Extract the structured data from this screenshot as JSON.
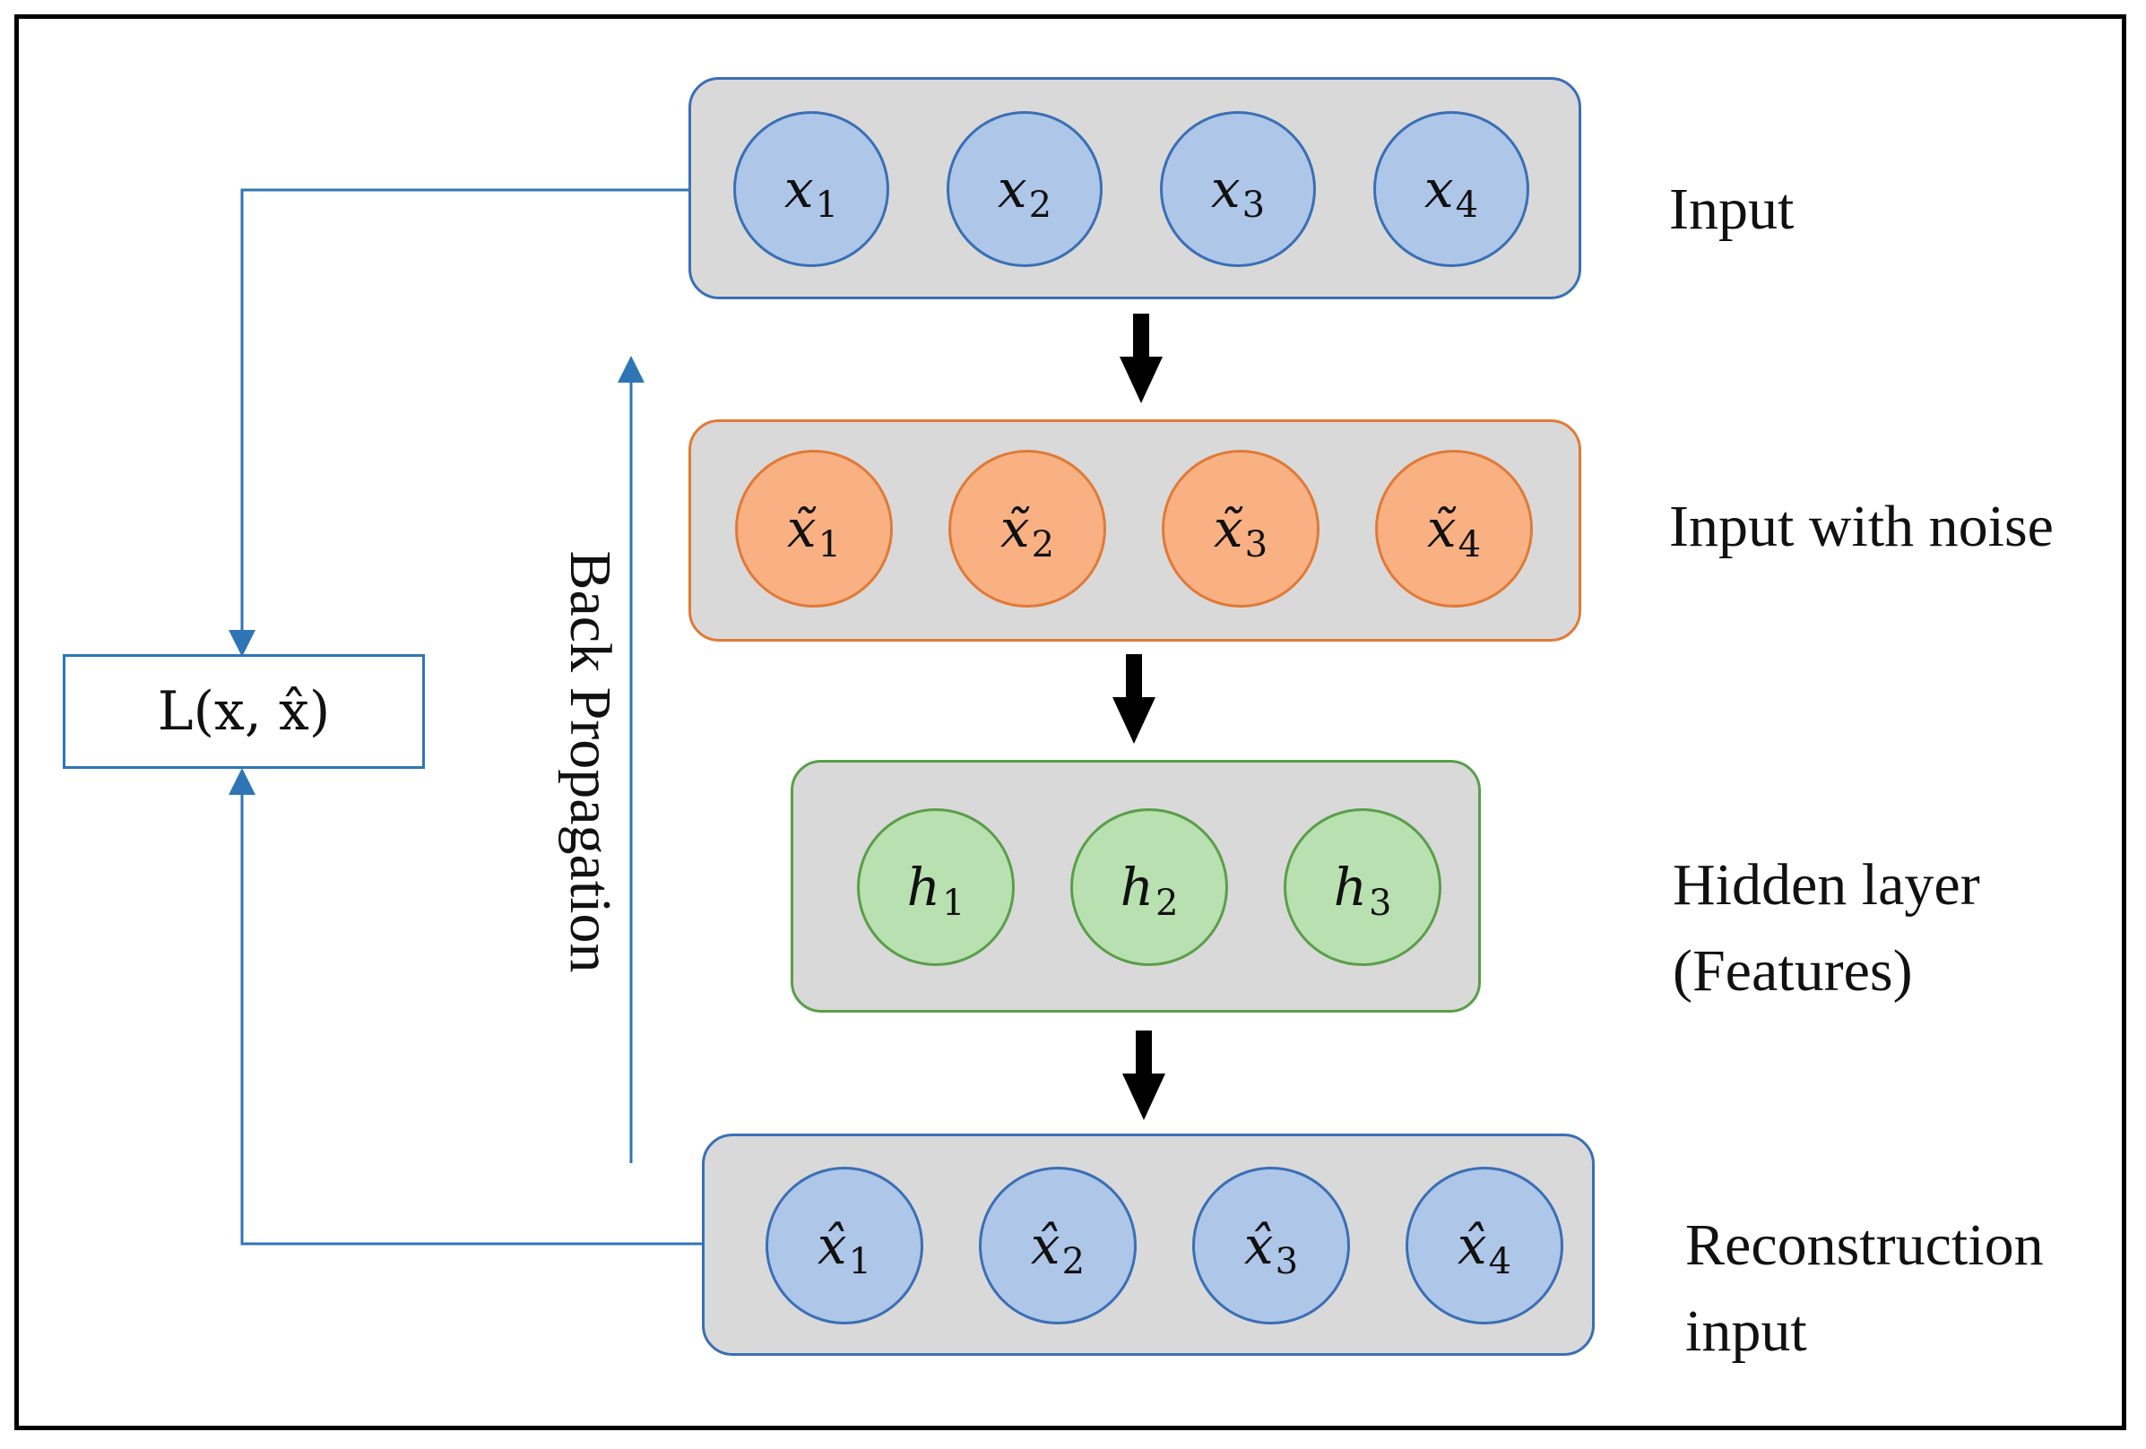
{
  "layers": [
    {
      "id": "input",
      "label_lines": [
        "Input"
      ],
      "color": "blue",
      "nodes": [
        {
          "sym": "x",
          "sub": "1"
        },
        {
          "sym": "x",
          "sub": "2"
        },
        {
          "sym": "x",
          "sub": "3"
        },
        {
          "sym": "x",
          "sub": "4"
        }
      ]
    },
    {
      "id": "noise",
      "label_lines": [
        "Input with noise"
      ],
      "color": "orange",
      "nodes": [
        {
          "sym": "x̃",
          "sub": "1"
        },
        {
          "sym": "x̃",
          "sub": "2"
        },
        {
          "sym": "x̃",
          "sub": "3"
        },
        {
          "sym": "x̃",
          "sub": "4"
        }
      ]
    },
    {
      "id": "hidden",
      "label_lines": [
        "Hidden layer",
        "(Features)"
      ],
      "color": "green",
      "nodes": [
        {
          "sym": "h",
          "sub": "1"
        },
        {
          "sym": "h",
          "sub": "2"
        },
        {
          "sym": "h",
          "sub": "3"
        }
      ]
    },
    {
      "id": "recon",
      "label_lines": [
        "Reconstruction",
        "input"
      ],
      "color": "blue",
      "nodes": [
        {
          "sym": "x̂",
          "sub": "1"
        },
        {
          "sym": "x̂",
          "sub": "2"
        },
        {
          "sym": "x̂",
          "sub": "3"
        },
        {
          "sym": "x̂",
          "sub": "4"
        }
      ]
    }
  ],
  "loss_label": "L(x, x̂)",
  "backprop_label": "Back Propagation",
  "colors": {
    "box_fill": "#d9d9d9",
    "blue_fill": "#aec6e8",
    "blue_stroke": "#3a6fb5",
    "orange_fill": "#f9b183",
    "orange_stroke": "#e07a38",
    "green_fill": "#b9e0b0",
    "green_stroke": "#5a9e4a",
    "connector": "#2e75b6"
  }
}
